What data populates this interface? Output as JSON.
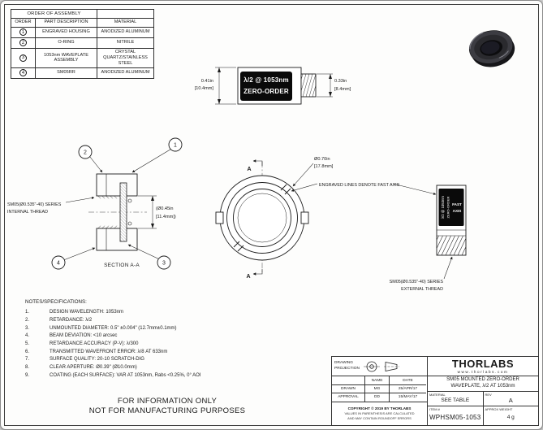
{
  "assembly_table": {
    "title": "ORDER OF ASSEMBLY",
    "headers": {
      "order": "ORDER",
      "part": "PART DESCRIPTION",
      "material": "MATERIAL"
    },
    "rows": [
      {
        "num": "1",
        "part": "ENGRAVED HOUSING",
        "material": "ANODIZED ALUMINUM"
      },
      {
        "num": "2",
        "part": "O-RING",
        "material": "NITRILE"
      },
      {
        "num": "3",
        "part": "1053nm WAVEPLATE ASSEMBLY",
        "material": "CRYSTAL QUARTZ/STAINLESS STEEL"
      },
      {
        "num": "4",
        "part": "SM05RR",
        "material": "ANODIZED ALUMINUM"
      }
    ]
  },
  "top_view": {
    "engraving_line1": "λ/2 @ 1053nm",
    "engraving_line2": "ZERO-ORDER",
    "dim_height_in": "0.41in",
    "dim_height_mm": "[10.4mm]",
    "dim_thread_in": "0.33in",
    "dim_thread_mm": "[8.4mm]"
  },
  "section_view": {
    "title": "SECTION A-A",
    "balloon_1": "1",
    "balloon_2": "2",
    "balloon_3": "3",
    "balloon_4": "4",
    "internal_thread_line1": "SM05(Ø0.535\"-40) SERIES",
    "internal_thread_line2": "INTERNAL THREAD",
    "aperture_dim_in": "(Ø0.45in",
    "aperture_dim_mm": "[11.4mm])"
  },
  "front_view": {
    "outer_dim_in": "Ø0.70in",
    "outer_dim_mm": "[17.8mm]",
    "fast_axis_note": "ENGRAVED LINES DENOTE FAST AXIS",
    "section_label_top": "A",
    "section_label_bottom": "A"
  },
  "side_view": {
    "engraving_line1": "λ/2 @ 1053nm",
    "engraving_line2": "ZERO-ORDER",
    "fast": "FAST",
    "axis": "AXIS",
    "external_thread_line1": "SM05(Ø0.535\"-40) SERIES",
    "external_thread_line2": "EXTERNAL THREAD"
  },
  "notes": {
    "title": "NOTES/SPECIFICATIONS:",
    "items": [
      {
        "num": "1.",
        "text": "DESIGN WAVELENGTH: 1053nm"
      },
      {
        "num": "2.",
        "text": "RETARDANCE: λ/2"
      },
      {
        "num": "3.",
        "text": "UNMOUNTED DIAMETER: 0.5\" ±0.004\" (12.7mm±0.1mm)"
      },
      {
        "num": "4.",
        "text": "BEAM DEVIATION: <10 arcsec"
      },
      {
        "num": "5.",
        "text": "RETARDANCE ACCURACY (P-V): λ/300"
      },
      {
        "num": "6.",
        "text": "TRANSMITTED WAVEFRONT ERROR: λ/8 AT 633nm"
      },
      {
        "num": "7.",
        "text": "SURFACE QUALITY: 20-10 SCRATCH-DIG"
      },
      {
        "num": "8.",
        "text": "CLEAR APERTURE: Ø0.39\" (Ø10.0mm)"
      },
      {
        "num": "9.",
        "text": "COATING (EACH SURFACE): VAR AT 1053nm, Rabs <0.25%, 0° AOI"
      }
    ]
  },
  "footer_notice": {
    "line1": "FOR INFORMATION ONLY",
    "line2": "NOT FOR MANUFACTURING PURPOSES"
  },
  "title_block": {
    "projection_label_1": "DRAWING",
    "projection_label_2": "PROJECTION",
    "name_header": "NAME",
    "date_header": "DATE",
    "drawn_label": "DRAWN",
    "drawn_name": "MG",
    "drawn_date": "25/APR/17",
    "approval_label": "APPROVAL",
    "approval_name": "DD",
    "approval_date": "15/MAY/17",
    "copyright": "COPYRIGHT © 2019 BY THORLABS",
    "disclaimer_line1": "VALUES IN PARENTHESIS ARE CALCULATED",
    "disclaimer_line2": "AND MAY CONTAIN ROUNDOFF ERRORS",
    "brand": "THORLABS",
    "website": "www.thorlabs.com",
    "title_line1": "SM05 MOUNTED ZERO-ORDER",
    "title_line2": "WAVEPLATE, λ/2 AT 1053nm",
    "material_label": "MATERIAL",
    "material_value": "SEE TABLE",
    "rev_label": "REV",
    "rev_value": "A",
    "item_label": "ITEM #",
    "item_value": "WPHSM05-1053",
    "weight_label": "APPROX WEIGHT",
    "weight_value": "4 g"
  }
}
